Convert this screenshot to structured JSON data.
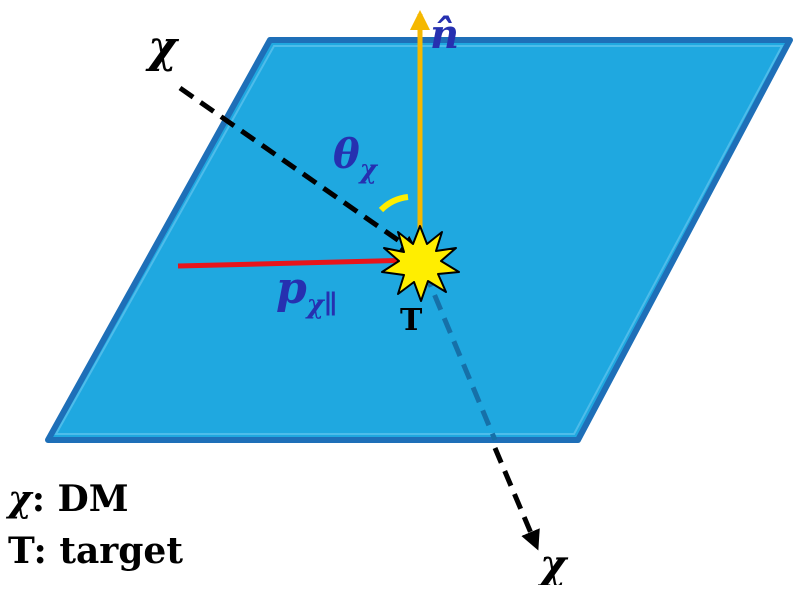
{
  "diagram": {
    "labels": {
      "chi_incoming": "χ",
      "chi_outgoing": "χ",
      "normal": "n̂",
      "theta_main": "θ",
      "theta_sub": "χ",
      "p_main": "p",
      "p_sub": "χ∥",
      "target": "T"
    },
    "legend": [
      {
        "symbol": "χ",
        "text": ": DM"
      },
      {
        "symbol": "T",
        "text": ": target"
      }
    ],
    "colors": {
      "plane_fill": "#1fa8e0",
      "plane_border": "#1e6fb8",
      "normal_arrow": "#f5b800",
      "momentum_arrow": "#e8141b",
      "angle_arc": "#ffee00",
      "burst_fill": "#ffee00",
      "dashed_arrow": "#000000",
      "dashed_below": "#1670a8",
      "label_blue": "#2630b0"
    }
  }
}
